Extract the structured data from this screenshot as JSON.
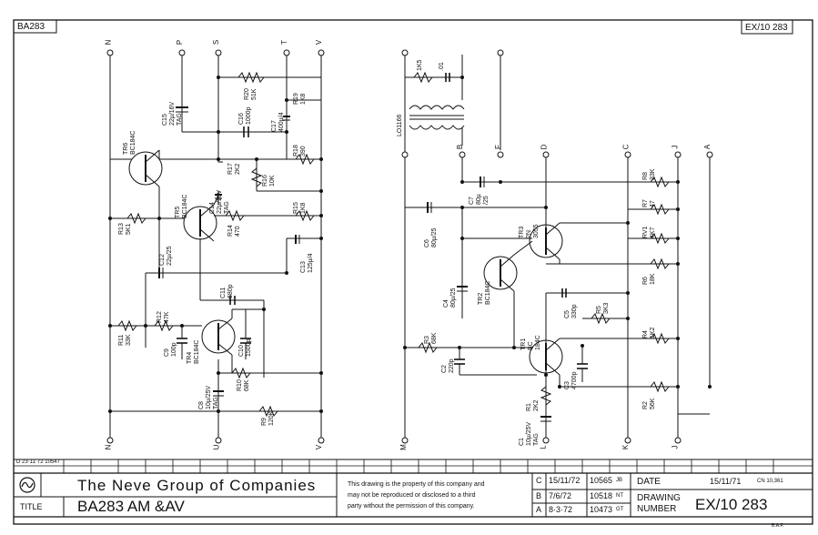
{
  "sheet": {
    "corner_left": "BA283",
    "corner_right": "EX/10 283",
    "small_revision_note": "D 23·11·72 10547",
    "footer_tiny": "B.A.F."
  },
  "terminals": {
    "left_top": [
      "N",
      "P",
      "S",
      "T",
      "V"
    ],
    "left_bottom": [
      "N",
      "U",
      "V"
    ],
    "right_top": [
      "D",
      "C",
      "J",
      "A"
    ],
    "right_mid": [
      "B",
      "F"
    ],
    "right_bottom": [
      "M",
      "L",
      "K",
      "J"
    ]
  },
  "components": {
    "TR6": [
      "TR6",
      "BC184C"
    ],
    "TR5": [
      "TR5",
      "BC184C"
    ],
    "TR4": [
      "TR4",
      "BC184C"
    ],
    "TR3": [
      "TR3",
      "2N",
      "3055"
    ],
    "TR2": [
      "TR2",
      "BC184C"
    ],
    "TR1": [
      "TR1",
      "BC",
      "184C"
    ],
    "R20": [
      "R20",
      "51K"
    ],
    "R19": [
      "R19",
      "1K8"
    ],
    "R18": [
      "R18",
      "390"
    ],
    "R17": [
      "R17",
      "2K2"
    ],
    "R16": [
      "R16",
      "10K"
    ],
    "R15": [
      "R15",
      "1K8"
    ],
    "R14": [
      "R14",
      "470"
    ],
    "R13": [
      "R13",
      "5K1"
    ],
    "R12": [
      "R12",
      "47K"
    ],
    "R11": [
      "R11",
      "33K"
    ],
    "R10": [
      "R10",
      "68K"
    ],
    "R9": [
      "R9",
      "120K"
    ],
    "R8": [
      "R8",
      "33K"
    ],
    "R7": [
      "R7",
      "47"
    ],
    "RV1": [
      "RV1",
      "4K7"
    ],
    "R6": [
      "R6",
      "18K"
    ],
    "R5": [
      "R5",
      "3K3"
    ],
    "R4": [
      "R4",
      "1K2"
    ],
    "R3": [
      "R3",
      "68K"
    ],
    "R2": [
      "R2",
      "56K"
    ],
    "R1": [
      "R1",
      "2K2"
    ],
    "R1K5": [
      "1K5"
    ],
    "C17": [
      "C17",
      "400µ/4"
    ],
    "C16": [
      "C16",
      "1000p"
    ],
    "C15": [
      "C15",
      "22µ/16V",
      "TAG"
    ],
    "C14": [
      "C14",
      "22µ/16V",
      "TAG"
    ],
    "C13": [
      "C13",
      "125µ/4"
    ],
    "C12": [
      "C12",
      "22µ/25"
    ],
    "C11": [
      "C11",
      "680p"
    ],
    "C10": [
      "C10",
      "1500p"
    ],
    "C9": [
      "C9",
      "100p"
    ],
    "C8": [
      "C8",
      "10µ/25V",
      "TAG"
    ],
    "C7": [
      "C7",
      "80µ",
      "/25"
    ],
    "C6": [
      "C6",
      "80µ/25"
    ],
    "C5": [
      "C5",
      "330p"
    ],
    "C4": [
      "C4",
      "80µ/25"
    ],
    "C3": [
      "C3",
      "4700p"
    ],
    "C2": [
      "C2",
      "220p"
    ],
    "C1": [
      "C1",
      "10µ/25V",
      "TAG"
    ],
    "C01": [
      ".01"
    ],
    "LO1166": [
      "LO1166"
    ]
  },
  "title_block": {
    "company": "The Neve Group of Companies",
    "title_label": "TITLE",
    "title_value": "BA283 AM &AV",
    "notice": [
      "This drawing is the property of this company and",
      "may not be reproduced or disclosed to a third",
      "party without the permission of this company."
    ],
    "revisions": [
      {
        "letter": "C",
        "date": "15/11/72",
        "number": "10565",
        "initials": "JB"
      },
      {
        "letter": "B",
        "date": "7/6/72",
        "number": "10518",
        "initials": "NT"
      },
      {
        "letter": "A",
        "date": "8·3·72",
        "number": "10473",
        "initials": "GT"
      }
    ],
    "date_label": "DATE",
    "date_value": "15/11/71",
    "cn": "CN 10,361",
    "drawing_number_label": [
      "DRAWING",
      "NUMBER"
    ],
    "drawing_number_value": "EX/10 283"
  },
  "colors": {
    "ink": "#111111",
    "paper": "#ffffff"
  }
}
